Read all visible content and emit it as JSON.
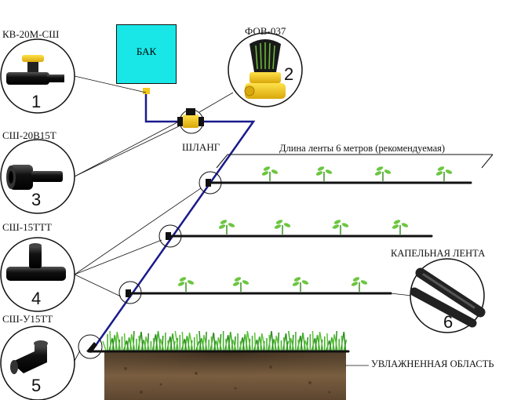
{
  "tank": {
    "label": "БАК"
  },
  "hose_label": "ШЛАНГ",
  "tape_length_label": "Длина ленты 6 метров (рекомендуемая)",
  "drip_tape_label": "КАПЕЛЬНАЯ ЛЕНТА",
  "moist_area_label": "УВЛАЖНЕННАЯ ОБЛАСТЬ",
  "parts": [
    {
      "code": "КВ-20М-СШ",
      "number": "1"
    },
    {
      "code": "ФОВ-037",
      "number": "2"
    },
    {
      "code": "СШ-20В15Т",
      "number": "3"
    },
    {
      "code": "СШ-15ТТТ",
      "number": "4"
    },
    {
      "code": "СШ-У15ТТ",
      "number": "5"
    },
    {
      "code": "",
      "number": "6"
    }
  ],
  "colors": {
    "tank": "#19e7e7",
    "hose": "#1a1a8c",
    "tape": "#111111",
    "filter_yellow": "#f2c91a",
    "soil": "#6b5238",
    "grass": "#3fae2a"
  },
  "icons": [
    "valve-icon",
    "filter-icon",
    "coupling-icon",
    "tee-icon",
    "elbow-icon",
    "drip-tape-icon",
    "plant-icon"
  ]
}
